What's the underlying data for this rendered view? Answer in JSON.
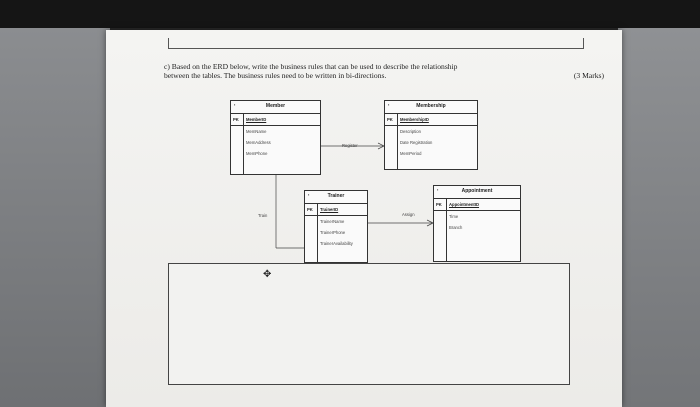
{
  "question": {
    "line1": "c) Based on the ERD below, write the business rules that can be used to describe the relationship",
    "line2": "between the tables. The business rules need to be written in bi-directions.",
    "marks": "(3 Marks)"
  },
  "tables": {
    "member": {
      "name": "Member",
      "pk": "PK",
      "pk_attr": "MemberID",
      "attrs": [
        "MemName",
        "MemAddress",
        "MemPhone"
      ]
    },
    "membership": {
      "name": "Membership",
      "pk": "PK",
      "pk_attr": "MembershipID",
      "attrs": [
        "Description",
        "Date Registration",
        "MemPeriod"
      ]
    },
    "trainer": {
      "name": "Trainer",
      "pk": "PK",
      "pk_attr": "TrainerID",
      "attrs": [
        "TrainerName",
        "TrainerPhone",
        "TrainerAvailability"
      ]
    },
    "appointment": {
      "name": "Appointment",
      "pk": "PK",
      "pk_attr": "AppointmentID",
      "attrs": [
        "Time",
        "Branch"
      ]
    }
  },
  "relationships": {
    "register": "Register",
    "train": "Train",
    "assign": "Assign"
  },
  "icons": {
    "cursor": "move-cursor-icon"
  }
}
